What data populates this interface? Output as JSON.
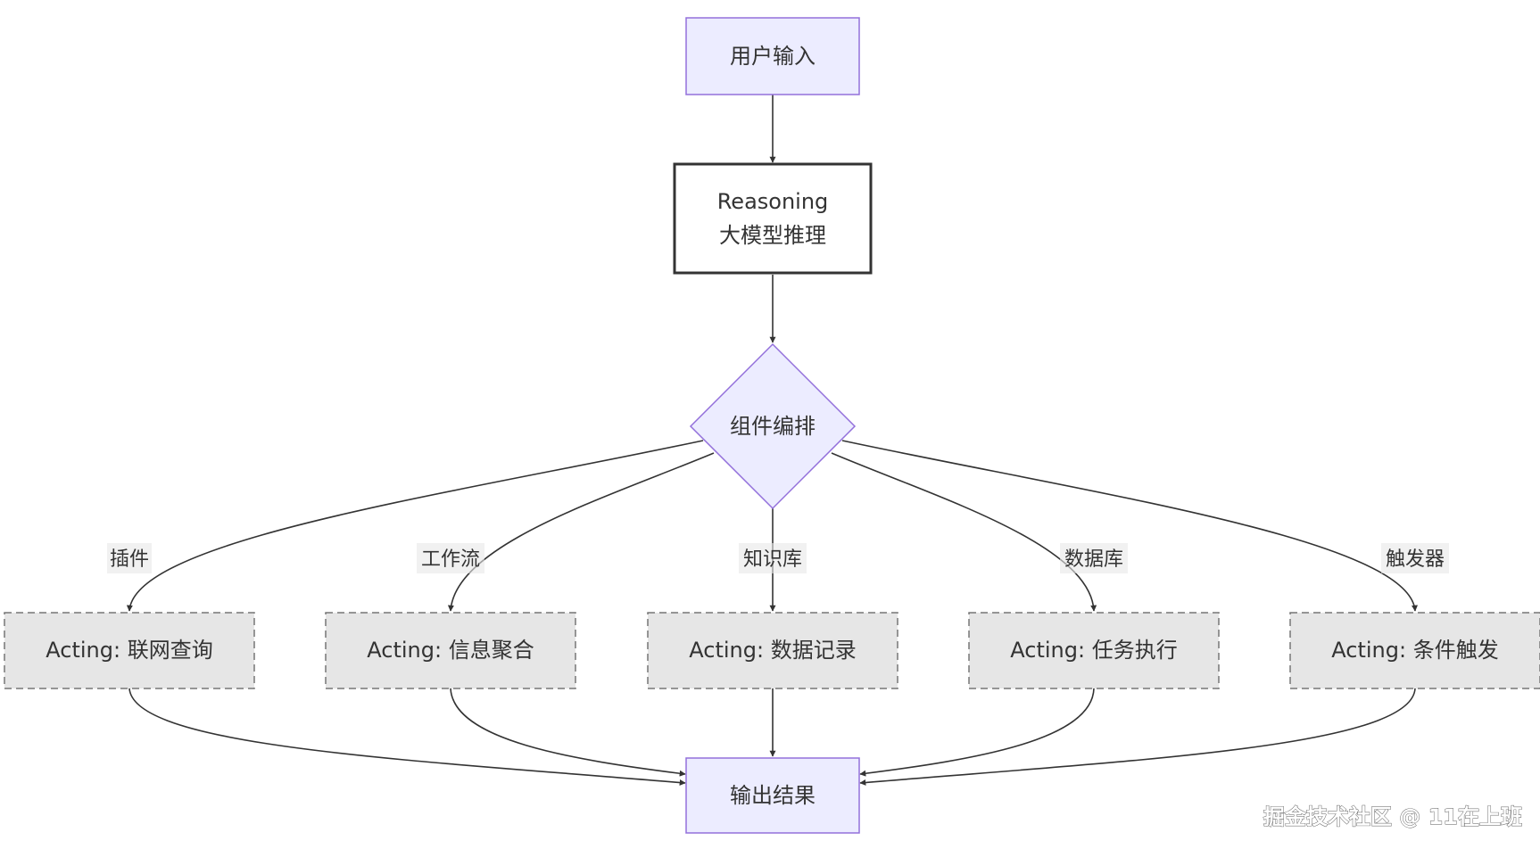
{
  "diagram": {
    "nodes": {
      "user_input": {
        "label": "用户输入"
      },
      "reasoning": {
        "line1": "Reasoning",
        "line2": "大模型推理"
      },
      "orchestration": {
        "label": "组件编排"
      },
      "acting_search": {
        "label": "Acting: 联网查询"
      },
      "acting_aggregate": {
        "label": "Acting: 信息聚合"
      },
      "acting_record": {
        "label": "Acting: 数据记录"
      },
      "acting_execute": {
        "label": "Acting: 任务执行"
      },
      "acting_trigger": {
        "label": "Acting: 条件触发"
      },
      "output": {
        "label": "输出结果"
      }
    },
    "edge_labels": {
      "plugin": "插件",
      "workflow": "工作流",
      "knowledge": "知识库",
      "database": "数据库",
      "trigger": "触发器"
    }
  },
  "watermark": {
    "text": "掘金技术社区 @ 11在上班"
  },
  "colors": {
    "primary_fill": "#ECECFF",
    "primary_stroke": "#9370DB",
    "acting_fill": "#E6E6E6",
    "acting_stroke": "#777777",
    "reasoning_fill": "#FFFFFF",
    "reasoning_stroke": "#333333",
    "edge": "#333333",
    "label_bg": "#E8E8E8"
  }
}
